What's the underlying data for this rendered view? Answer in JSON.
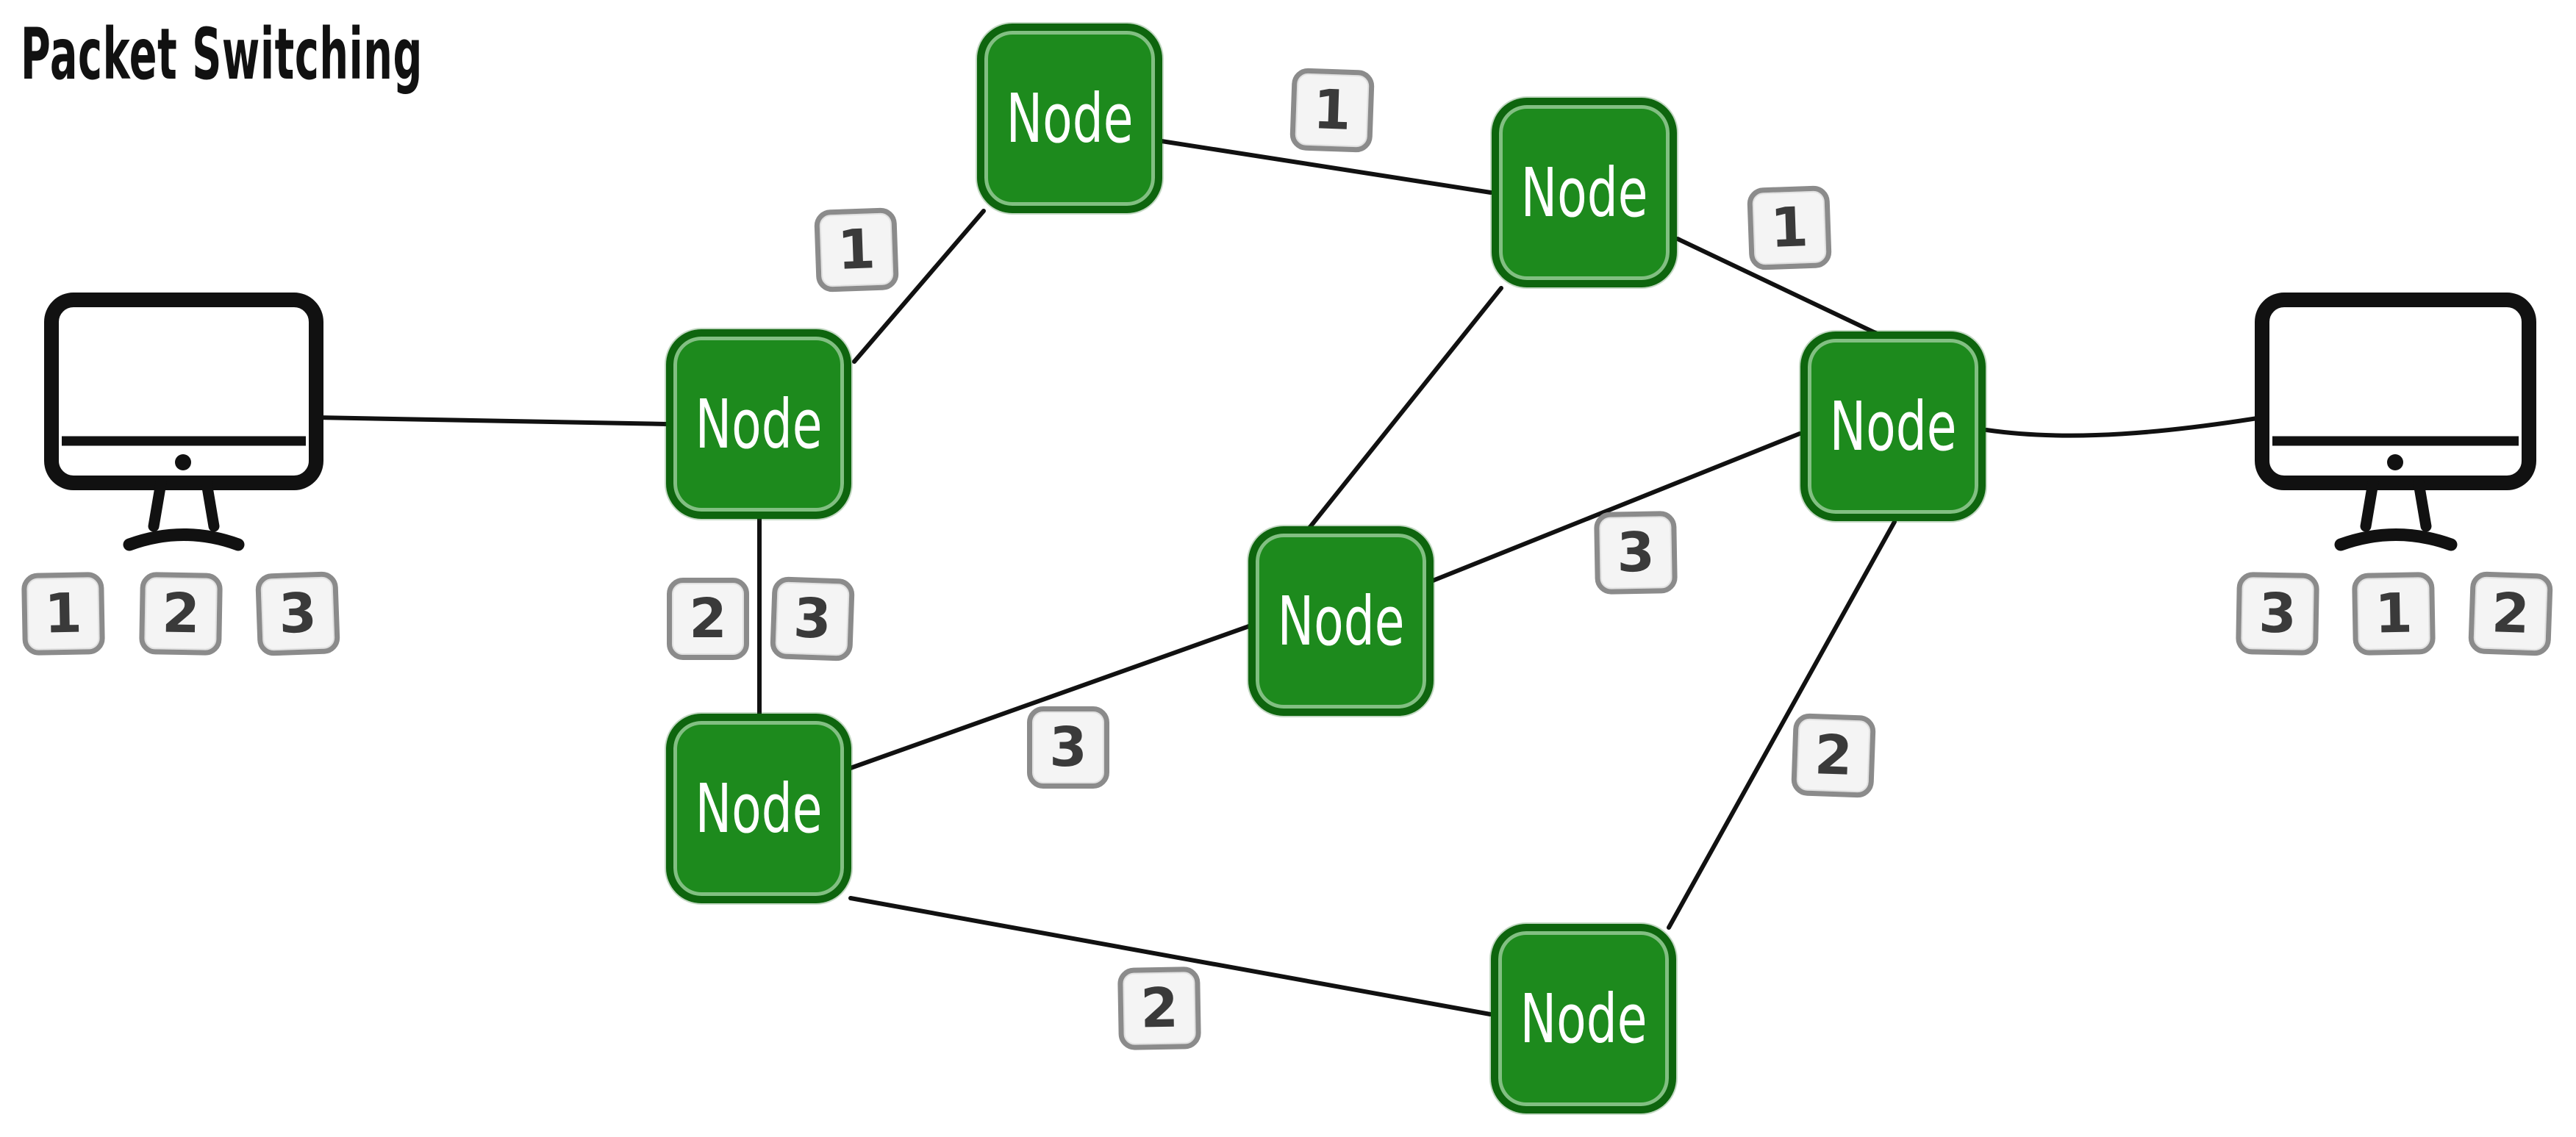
{
  "title": "Packet Switching",
  "nodes": [
    {
      "id": "node-top",
      "label": "Node"
    },
    {
      "id": "node-upper-right",
      "label": "Node"
    },
    {
      "id": "node-left-hub",
      "label": "Node"
    },
    {
      "id": "node-lower-left",
      "label": "Node"
    },
    {
      "id": "node-middle",
      "label": "Node"
    },
    {
      "id": "node-right-hub",
      "label": "Node"
    },
    {
      "id": "node-bottom",
      "label": "Node"
    }
  ],
  "computers": {
    "left": {
      "packets": [
        "1",
        "2",
        "3"
      ]
    },
    "right": {
      "packets": [
        "3",
        "1",
        "2"
      ]
    }
  },
  "edge_labels": [
    {
      "id": "label-1-hub-to-top",
      "text": "1"
    },
    {
      "id": "label-1-top-to-ur",
      "text": "1"
    },
    {
      "id": "label-1-ur-to-hub",
      "text": "1"
    },
    {
      "id": "label-2-queue",
      "text": "2"
    },
    {
      "id": "label-3-queue",
      "text": "3"
    },
    {
      "id": "label-3-ll-to-mid",
      "text": "3"
    },
    {
      "id": "label-3-mid-to-hub",
      "text": "3"
    },
    {
      "id": "label-2-hub-to-bottom",
      "text": "2"
    },
    {
      "id": "label-2-ll-to-bottom",
      "text": "2"
    }
  ],
  "colors": {
    "ink": "#111111",
    "node_fill": "#1d8a1d",
    "node_border": "#0e650e",
    "chip_fill": "#f4f4f4",
    "chip_border": "#8b8b8b",
    "chip_text": "#3a3a3a"
  }
}
